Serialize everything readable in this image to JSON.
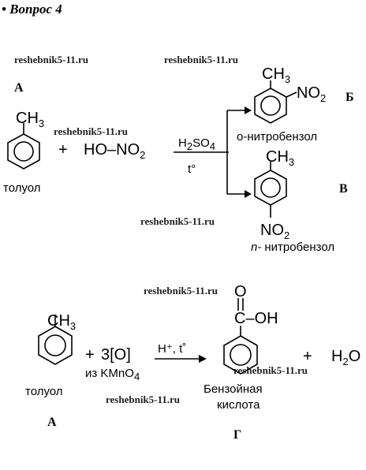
{
  "header": {
    "title": "• Вопрос 4"
  },
  "watermarks": [
    "reshebnik5-11.ru",
    "reshebnik5-11.ru",
    "reshebnik5-11.ru",
    "reshebnik5-11.ru",
    "reshebnik5-11.ru",
    "reshebnik5-11.ru",
    "reshebnik5-11.ru"
  ],
  "reaction1": {
    "label_a": "А",
    "label_b": "Б",
    "label_v": "В",
    "reactant1_sub": "CH",
    "reactant1_sub_idx": "3",
    "reactant1_name": "толуол",
    "plus": "+",
    "reagent_main": "HO–NO",
    "reagent_idx": "2",
    "catalyst": "H",
    "catalyst_idx1": "2",
    "catalyst_mid": "SO",
    "catalyst_idx2": "4",
    "condition": "t°",
    "product_ortho_ch3": "CH",
    "product_ortho_ch3_idx": "3",
    "product_ortho_no2": "NO",
    "product_ortho_no2_idx": "2",
    "product_ortho_name": "о-нитробензол",
    "product_para_ch3": "CH",
    "product_para_ch3_idx": "3",
    "product_para_no2": "NO",
    "product_para_no2_idx": "2",
    "product_para_prefix": "n-",
    "product_para_name": "нитробензол"
  },
  "reaction2": {
    "label_a": "А",
    "label_g": "Г",
    "reactant_sub": "CH",
    "reactant_sub_idx": "3",
    "reactant_name": "толуол",
    "plus": "+",
    "oxidant": "3[O]",
    "oxidant_source_prefix": "из KMnO",
    "oxidant_source_idx": "4",
    "condition": "H⁺, t˚",
    "product_o": "O",
    "product_group": "C–OH",
    "product_name_line1": "Бензойная",
    "product_name_line2": "кислота",
    "plus2": "+",
    "water": "H",
    "water_idx": "2",
    "water_tail": "O"
  }
}
